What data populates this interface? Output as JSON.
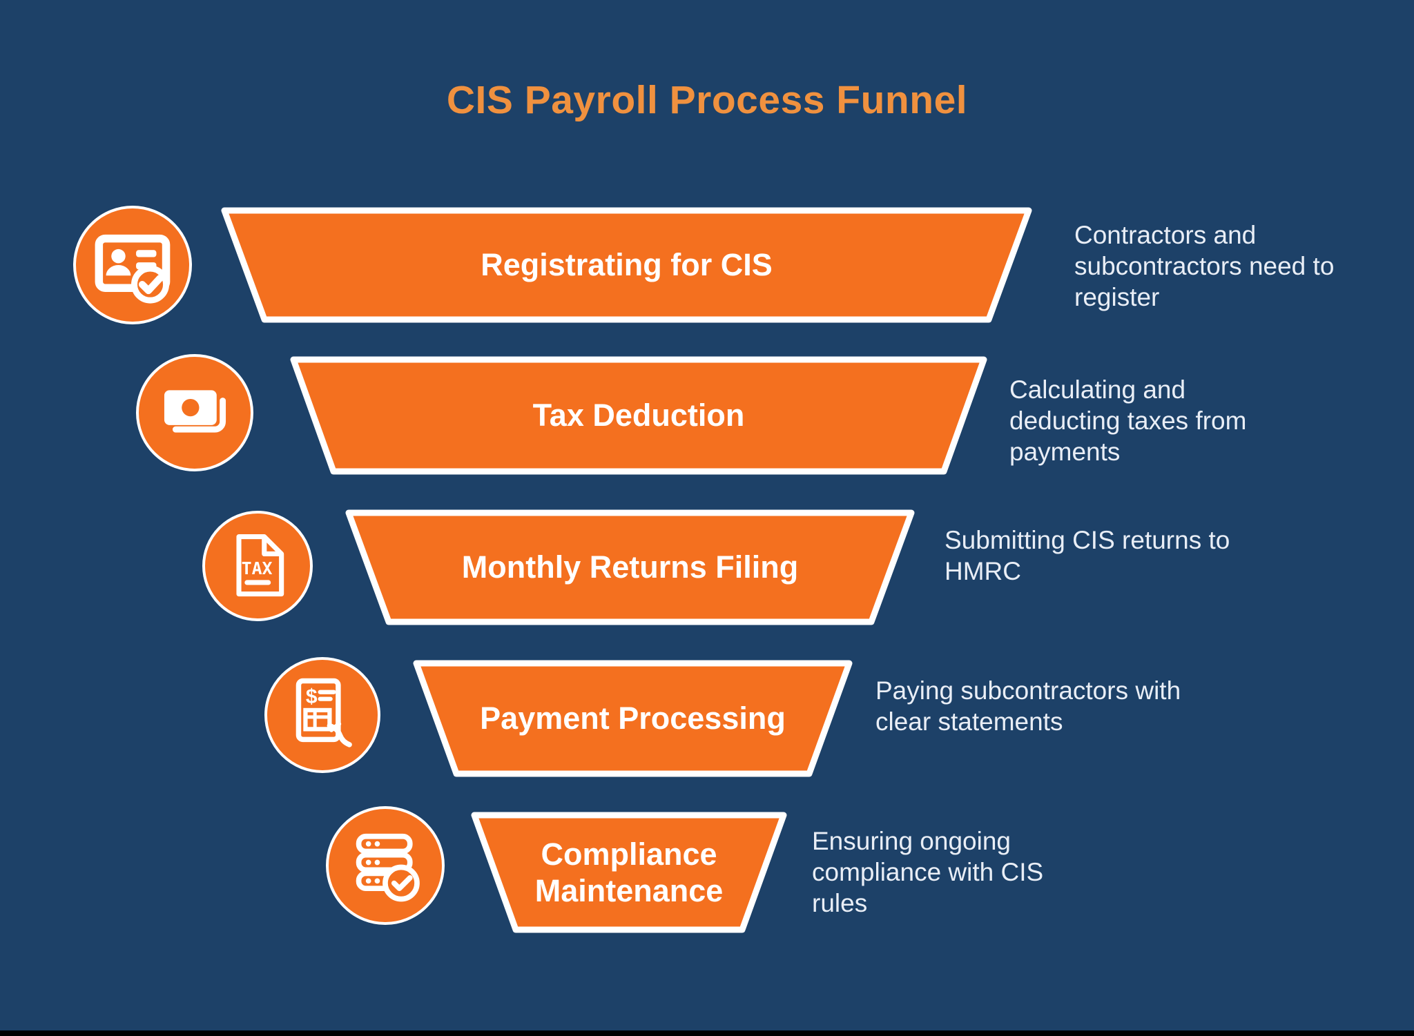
{
  "title": "CIS Payroll Process Funnel",
  "colors": {
    "background_navy": "#1D4168",
    "accent_orange": "#F4701F",
    "title_orange": "#F0913F",
    "bar_text_white": "#FFFFFF",
    "description_text": "#E9EEF6"
  },
  "stages": [
    {
      "label": "Registrating for CIS",
      "description": "Contractors and subcontractors need to register",
      "icon": "id-card-check-icon"
    },
    {
      "label": "Tax Deduction",
      "description": "Calculating and deducting taxes from payments",
      "icon": "banknotes-icon"
    },
    {
      "label": "Monthly Returns Filing",
      "description": "Submitting CIS returns to HMRC",
      "icon": "tax-document-icon",
      "icon_text": "TAX"
    },
    {
      "label": "Payment Processing",
      "description": "Paying subcontractors with clear statements",
      "icon": "invoice-hand-icon",
      "icon_symbol": "$"
    },
    {
      "label": "Compliance Maintenance",
      "description": "Ensuring ongoing compliance with CIS rules",
      "icon": "database-check-icon"
    }
  ]
}
